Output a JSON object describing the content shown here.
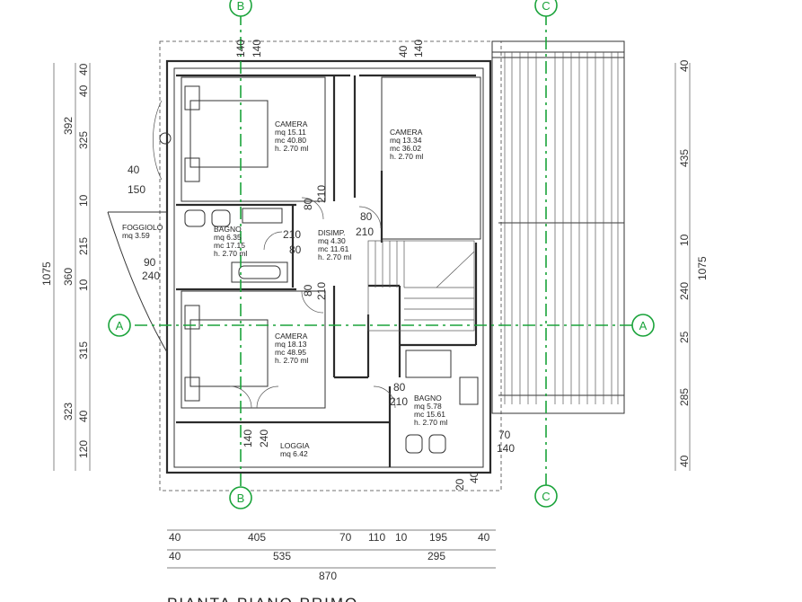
{
  "axes": {
    "a": "A",
    "b": "B",
    "c": "C"
  },
  "rooms": {
    "camera1": [
      "CAMERA",
      "mq 15.11",
      "mc 40.80",
      "h.  2.70 ml"
    ],
    "camera2": [
      "CAMERA",
      "mq 13.34",
      "mc 36.02",
      "h.  2.70 ml"
    ],
    "bagno1": [
      "BAGNO",
      "mq 6.35",
      "mc 17.15",
      "h.  2.70 ml"
    ],
    "disimp": [
      "DISIMP.",
      "mq 4.30",
      "mc 11.61",
      "h.  2.70 ml"
    ],
    "camera3": [
      "CAMERA",
      "mq 18.13",
      "mc 48.95",
      "h.  2.70 ml"
    ],
    "bagno2": [
      "BAGNO",
      "mq 5.78",
      "mc 15.61",
      "h.  2.70 ml"
    ],
    "loggia": [
      "LOGGIA",
      "mq 6.42"
    ],
    "foggiolo": [
      "FOGGIOLO",
      "mq 3.59"
    ]
  },
  "inner_dims": {
    "b_top_a": "140",
    "b_top_b": "140",
    "c_top_a": "40",
    "c_top_b": "140",
    "d80_210_v1a": "80",
    "d80_210_v1b": "210",
    "d80_210_h1a": "80",
    "d80_210_h1b": "210",
    "d210_80_a": "210",
    "d210_80_b": "80",
    "d80_210_v2a": "80",
    "d80_210_v2b": "210",
    "d80_210_h2a": "80",
    "d80_210_h2b": "210",
    "d140_240_a": "140",
    "d140_240_b": "240",
    "d70_140_a": "70",
    "d70_140_b": "140",
    "d20_40_a": "20",
    "d20_40_b": "40",
    "d40": "40",
    "d150": "150",
    "d90": "90",
    "d240": "240"
  },
  "left_dims": {
    "outer_total": "1075",
    "inner": [
      "40",
      "392",
      "40",
      "325",
      "10",
      "215",
      "360",
      "10",
      "315",
      "323",
      "40",
      "120"
    ]
  },
  "right_dims": {
    "outer_total": "1075",
    "inner": [
      "40",
      "435",
      "10",
      "240",
      "25",
      "285",
      "40"
    ]
  },
  "bottom_dims": {
    "row1": [
      "40",
      "405",
      "70",
      "110",
      "10",
      "195",
      "40"
    ],
    "row2": [
      "40",
      "535",
      "295"
    ],
    "total": "870"
  },
  "title": "PIANTA PIANO PRIMO"
}
